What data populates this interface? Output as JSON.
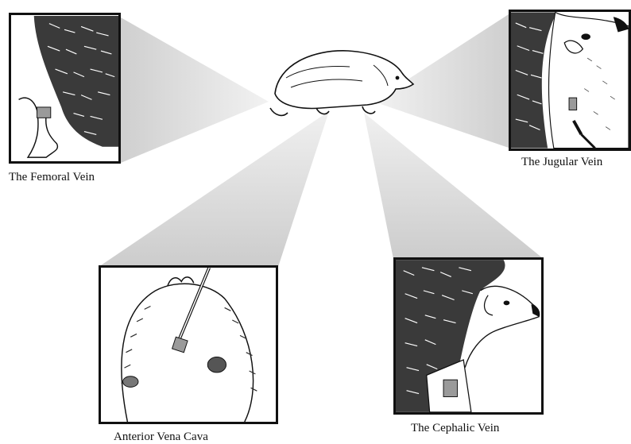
{
  "figure": {
    "panels": [
      {
        "id": "femoral",
        "caption": "The Femoral Vein"
      },
      {
        "id": "jugular",
        "caption": "The Jugular Vein"
      },
      {
        "id": "vena-cava",
        "caption": "Anterior Vena Cava"
      },
      {
        "id": "cephalic",
        "caption": "The Cephalic Vein"
      }
    ],
    "center_subject": "hedgehog",
    "colors": {
      "ink": "#111111",
      "beam": "#d9d9d9",
      "background": "#ffffff"
    }
  }
}
